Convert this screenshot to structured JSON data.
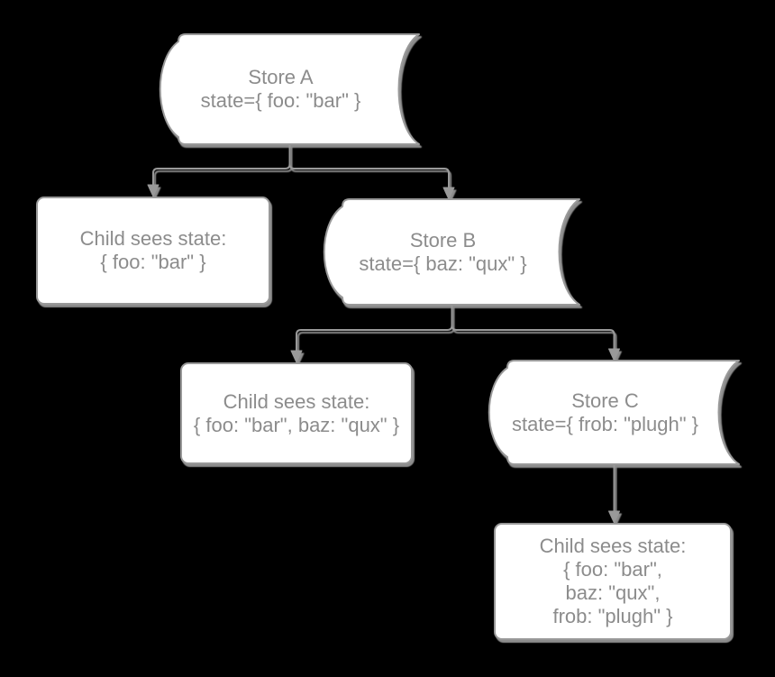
{
  "diagram": {
    "background_color": "#000000",
    "shape_fill": "#ffffff",
    "stroke_color": "#999999",
    "text_color": "#8c8c8c",
    "shadow_color": "#b3b3b3"
  },
  "nodes": {
    "store_a": {
      "type": "stored-data-cylinder",
      "lines": [
        "Store A",
        "state={ foo: \"bar\" }"
      ]
    },
    "child_a": {
      "type": "rounded-rectangle",
      "lines": [
        "Child sees state:",
        "{ foo: \"bar\" }"
      ]
    },
    "store_b": {
      "type": "stored-data-cylinder",
      "lines": [
        "Store B",
        "state={ baz: \"qux\" }"
      ]
    },
    "child_b": {
      "type": "rounded-rectangle",
      "lines": [
        "Child sees state:",
        "{ foo: \"bar\", baz: \"qux\" }"
      ]
    },
    "store_c": {
      "type": "stored-data-cylinder",
      "lines": [
        "Store C",
        "state={ frob: \"plugh\" }"
      ]
    },
    "child_c": {
      "type": "rounded-rectangle",
      "lines": [
        "Child sees state:",
        "{ foo: \"bar\",",
        "baz: \"qux\",",
        "frob: \"plugh\" }"
      ]
    }
  },
  "edges": [
    {
      "from": "store_a",
      "to": "child_a",
      "arrow": "block"
    },
    {
      "from": "store_a",
      "to": "store_b",
      "arrow": "block"
    },
    {
      "from": "store_b",
      "to": "child_b",
      "arrow": "block"
    },
    {
      "from": "store_b",
      "to": "store_c",
      "arrow": "block"
    },
    {
      "from": "store_c",
      "to": "child_c",
      "arrow": "block"
    }
  ]
}
